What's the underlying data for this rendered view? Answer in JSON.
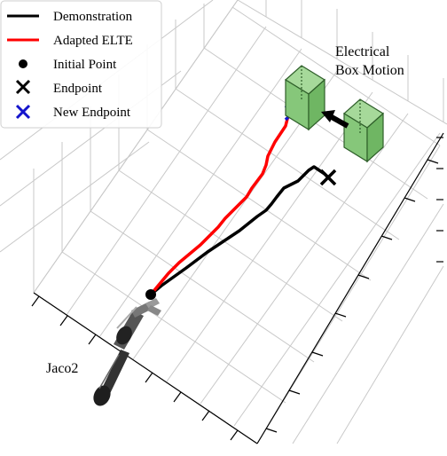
{
  "legend": {
    "items": [
      {
        "label": "Demonstration",
        "marker": "line",
        "color": "#000000"
      },
      {
        "label": "Adapted ELTE",
        "marker": "line",
        "color": "#ff0000"
      },
      {
        "label": "Initial Point",
        "marker": "dot",
        "color": "#000000"
      },
      {
        "label": "Endpoint",
        "marker": "x",
        "color": "#000000"
      },
      {
        "label": "New Endpoint",
        "marker": "x",
        "color": "#1414cc"
      }
    ]
  },
  "annotations": {
    "box_motion_line1": "Electrical",
    "box_motion_line2": "Box Motion",
    "robot_label": "Jaco2"
  },
  "colors": {
    "demonstration": "#000000",
    "adapted": "#ff0000",
    "new_endpoint": "#1414cc",
    "box_fill": "#86c77a",
    "box_edge": "#2f5f2a",
    "grid": "#c8c8c8"
  }
}
